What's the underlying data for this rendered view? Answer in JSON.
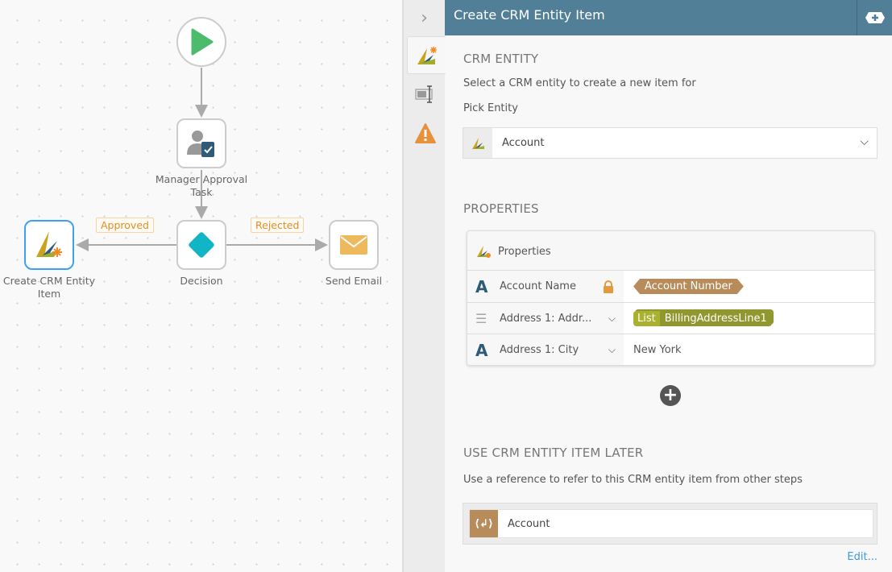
{
  "workflow": {
    "nodes": {
      "manager": "Manager Approval Task",
      "decision": "Decision",
      "create": "Create CRM Entity Item",
      "email": "Send Email"
    },
    "edges": {
      "approved": "Approved",
      "rejected": "Rejected"
    }
  },
  "panel": {
    "title": "Create CRM Entity Item",
    "crm_entity": {
      "heading": "CRM ENTITY",
      "description": "Select a CRM entity to create a new item for",
      "pick_label": "Pick Entity",
      "selected": "Account"
    },
    "properties": {
      "heading": "PROPERTIES",
      "table_title": "Properties",
      "rows": [
        {
          "name": "Account Name",
          "value_tag": "Account Number"
        },
        {
          "name": "Address 1: Addr...",
          "value_prefix": "List",
          "value_tag": "BillingAddressLine1"
        },
        {
          "name": "Address 1: City",
          "value": "New York"
        }
      ]
    },
    "use_later": {
      "heading": "USE CRM ENTITY ITEM LATER",
      "description": "Use a reference to refer to this CRM entity item from other steps",
      "reference": "Account",
      "edit_link": "Edit..."
    }
  },
  "colors": {
    "header": "#527f98",
    "accent": "#2196f3",
    "tag_brown": "#b88c5a",
    "tag_olive": "#8f972e"
  }
}
